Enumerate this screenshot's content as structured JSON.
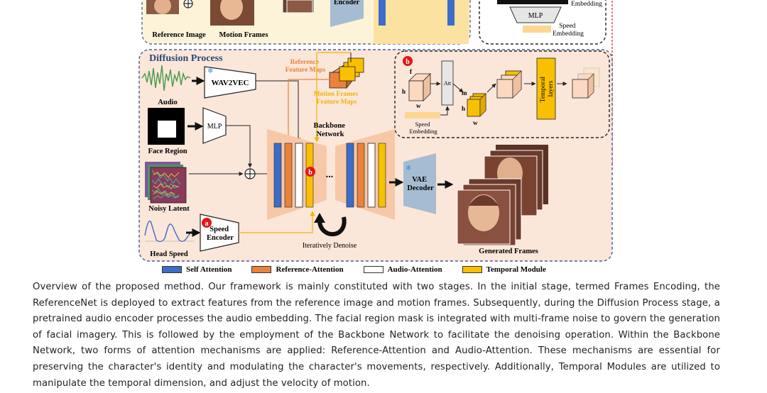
{
  "frames_encoding": {
    "reference_image_label": "Reference Image",
    "motion_frames_label": "Motion Frames",
    "encoder_label": "Encoder"
  },
  "speed_panel": {
    "embedding_label": "Embedding",
    "mlp_label": "MLP",
    "speed_embedding_label": "Speed\nEmbedding"
  },
  "diffusion": {
    "title": "Diffusion Process",
    "audio_label": "Audio",
    "wav2vec_label": "WAV2VEC",
    "face_region_label": "Face Region",
    "mlp_label": "MLP",
    "noisy_latent_label": "Noisy Latent",
    "head_speed_label": "Head Speed",
    "speed_encoder_label": "Speed\nEncoder",
    "reference_feature_maps": "Reference\nFeature Maps",
    "motion_feature_maps": "Motion Frames\nFeature Maps",
    "backbone_label": "Backbone\nNetwork",
    "iteratively_denoise": "Iteratively Denoise",
    "vae_decoder": "VAE\nDecoder",
    "generated_frames": "Generated Frames",
    "ellipsis": "...",
    "badge_a": "a",
    "badge_b": "b"
  },
  "detail_b": {
    "badge": "b",
    "dim_f": "f",
    "dim_h": "h",
    "dim_w": "w",
    "dim_m": "m",
    "att_label": "Att",
    "speed_embedding": "Speed\nEmbedding",
    "temporal_layers": "Temporal\nlayers"
  },
  "legend": [
    {
      "label": "Self Attention",
      "color": "#3c6cc8"
    },
    {
      "label": "Reference-Attention",
      "color": "#e8823c"
    },
    {
      "label": "Audio-Attention",
      "color": "#ffffff"
    },
    {
      "label": "Temporal Module",
      "color": "#f8c000"
    }
  ],
  "caption": "Overview of the proposed method. Our framework is mainly constituted with two stages. In the initial stage, termed Frames Encoding, the ReferenceNet is deployed to extract features from the reference image and motion frames. Subsequently, during the Diffusion Process stage, a pretrained audio encoder processes the audio embedding. The facial region mask is integrated with multi-frame noise to govern the generation of facial imagery. This is followed by the employment of the Backbone Network to facilitate the denoising operation. Within the Backbone Network, two forms of attention mechanisms are applied: Reference-Attention and Audio-Attention. These mechanisms are essential for preserving the character's identity and modulating the character's movements, respectively. Additionally, Temporal Modules are utilized to manipulate the temporal dimension, and adjust the velocity of motion."
}
